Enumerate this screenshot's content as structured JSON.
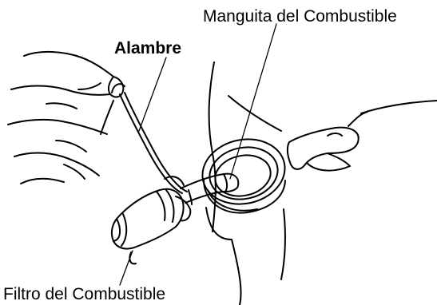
{
  "labels": {
    "fuel_hose": "Manguita del Combustible",
    "wire": "Alambre",
    "fuel_filter": "Filtro del Combustible"
  },
  "colors": {
    "line": "#000000",
    "background": "#ffffff"
  }
}
